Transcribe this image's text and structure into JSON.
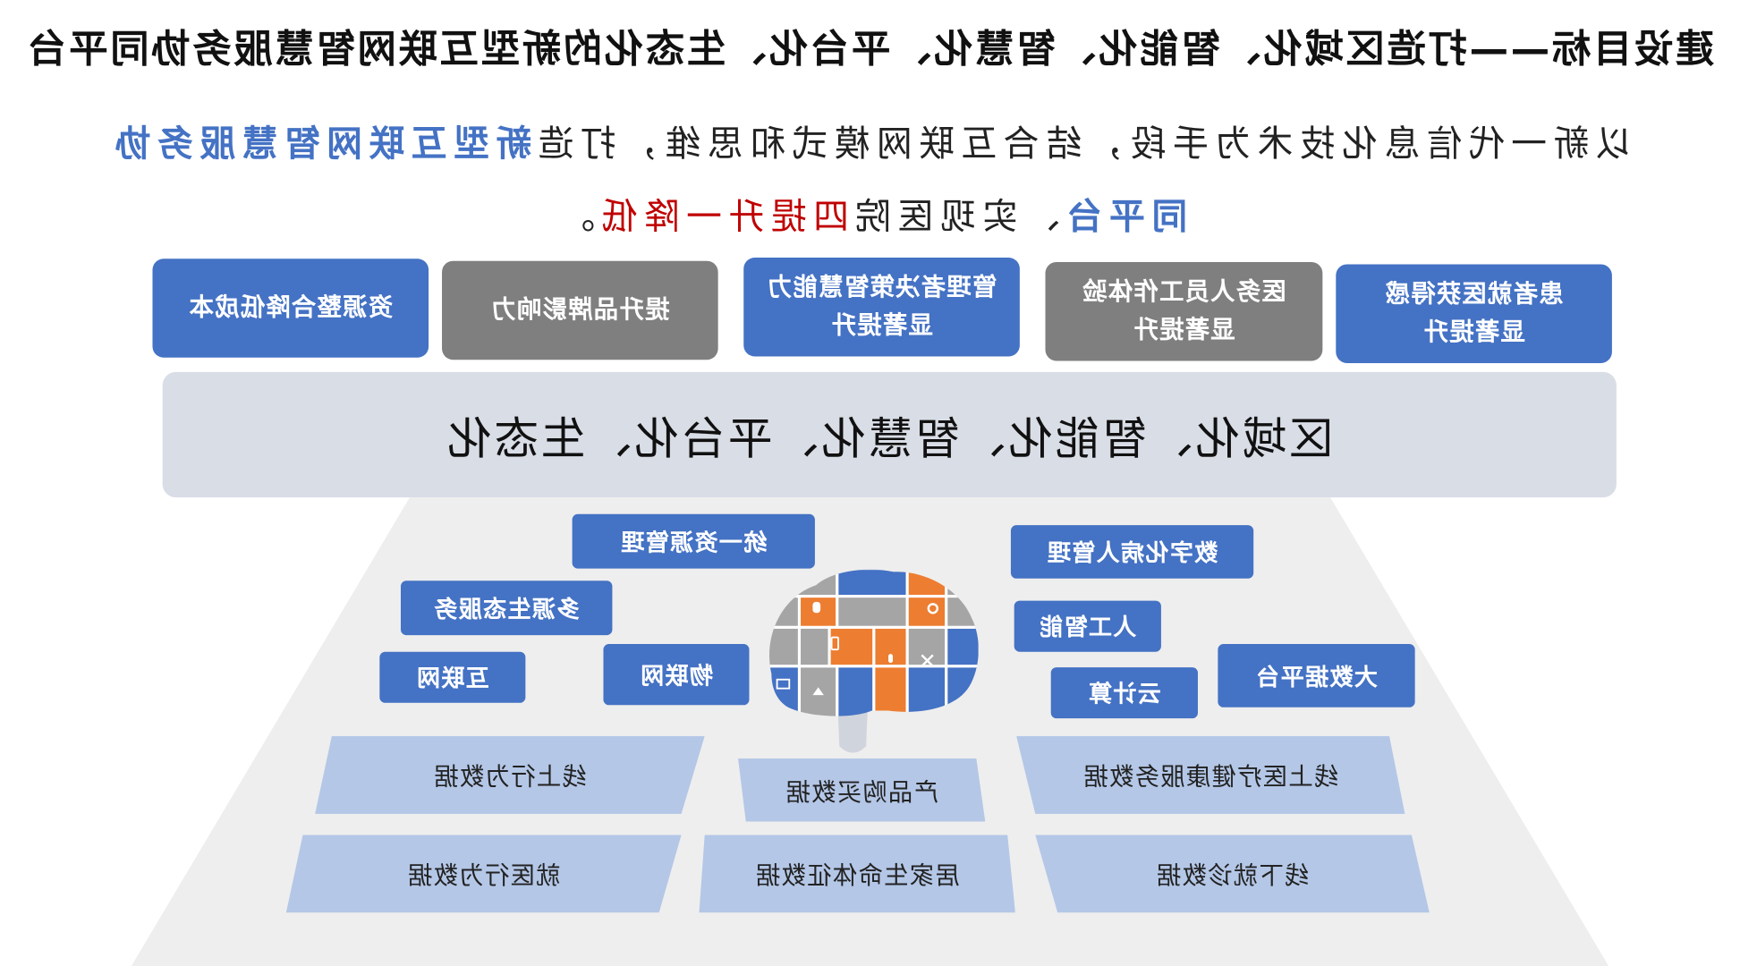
{
  "title": "建设目标——打造区域化、智能化、智慧化、平台化、生态化的新型互联网智慧服务协同平台",
  "intro": {
    "line1_plain": "以新一代信息化技术为手段，结合互联网模式和思维，打造",
    "line1_highlight": "新型互联网智慧服务协",
    "line2_highlight": "同平台",
    "line2_plain": "、实现医院",
    "line2_red": "四提升一降低",
    "line2_end": "。"
  },
  "goals": [
    {
      "line1": "患者就医获得感",
      "line2": "显著提升",
      "color": "blue"
    },
    {
      "line1": "医务人员工作体验",
      "line2": "显著提升",
      "color": "gray"
    },
    {
      "line1": "管理者决策智慧能力",
      "line2": "显著提升",
      "color": "blue"
    },
    {
      "line1": "提升品牌影响力",
      "color": "gray"
    },
    {
      "line1": "资源整合降低成本",
      "color": "blue"
    }
  ],
  "banner": "区域化、智能化、智慧化、平台化、生态化",
  "tech": {
    "big_data": "大数据平台",
    "digital_patient": "数字化病人管理",
    "ai": "人工智能",
    "cloud": "云计算",
    "unified_resource": "统一资源管理",
    "multi_ecosystem": "多源生态服务",
    "iot": "物联网",
    "internet": "互联网"
  },
  "brain_icons": [
    "mouse-icon",
    "gear-icon",
    "phone-icon",
    "microphone-icon",
    "tools-icon",
    "monitor-icon",
    "image-icon"
  ],
  "data_sources": {
    "row1": [
      "线上医疗健康服务数据",
      "产品购买数据",
      "线上行为数据"
    ],
    "row2": [
      "线下就诊数据",
      "居家生命体征数据",
      "就医行为数据"
    ]
  },
  "colors": {
    "accent_blue": "#4472c4",
    "neutral_gray": "#7f7f7f",
    "highlight_red": "#c00000",
    "orange": "#ed7d31",
    "tile_gray": "#a5a5a5",
    "data_fill": "#b4c7e7",
    "banner_fill": "#d9dde6",
    "platform_fill": "#eeeeee"
  }
}
